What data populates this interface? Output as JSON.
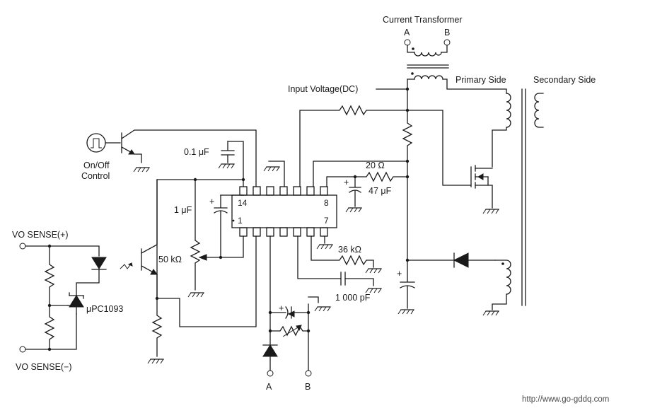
{
  "labels": {
    "current_transformer": "Current Transformer",
    "ct_a": "A",
    "ct_b": "B",
    "input_voltage": "Input Voltage(DC)",
    "primary_side": "Primary Side",
    "secondary_side": "Secondary Side",
    "on_off_1": "On/Off",
    "on_off_2": "Control",
    "cap_01uf": "0.1 μF",
    "cap_1uf": "1 μF",
    "res_20": "20 Ω",
    "cap_47uf": "47 μF",
    "pot_50k": "50 kΩ",
    "res_36k": "36 kΩ",
    "cap_1000pf": "1 000 pF",
    "ic_pin_14": "14",
    "ic_pin_8": "8",
    "ic_pin_1": "1",
    "ic_pin_7": "7",
    "vo_sense_plus": "VO SENSE(+)",
    "vo_sense_minus": "VO SENSE(−)",
    "upc1093": "μPC1093",
    "term_a": "A",
    "term_b": "B",
    "watermark": "http://www.go-gddq.com"
  }
}
